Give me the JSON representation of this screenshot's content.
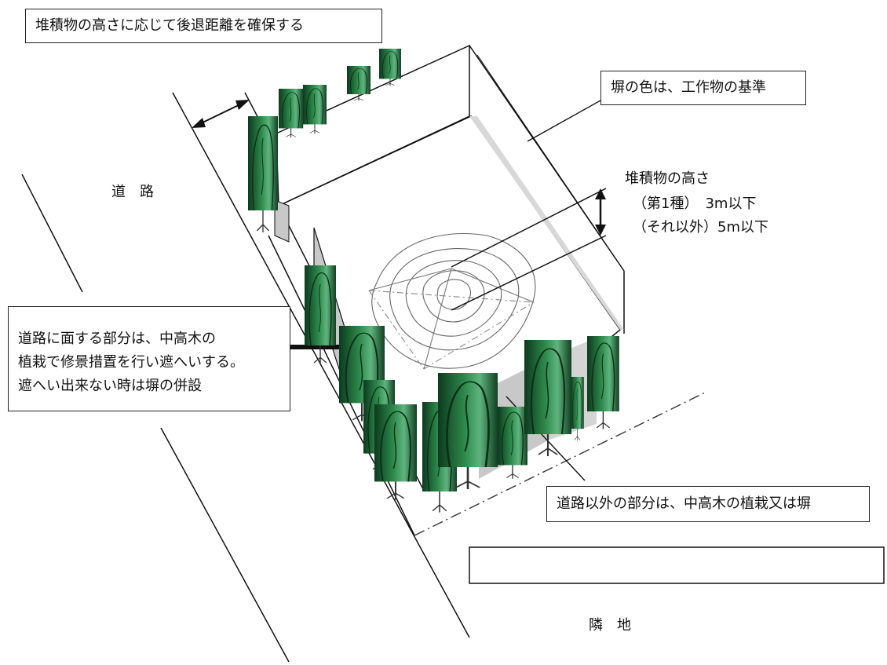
{
  "labels": {
    "setback": "堆積物の高さに応じて後退距離を確保する",
    "fence_color": "塀の色は、工作物の基準",
    "height_title": "堆積物の高さ",
    "height_type1": "（第1種）　3m以下",
    "height_other": "（それ以外）5m以下",
    "road_side_1": "道路に面する部分は、中高木の",
    "road_side_2": "植栽で修景措置を行い遮へいする。",
    "road_side_3": "遮へい出来ない時は塀の併設",
    "other_side": "道路以外の部分は、中高木の植栽又は塀",
    "road": "道　路",
    "neighbor": "隣　地"
  },
  "colors": {
    "tree_dark": "#0d3a1e",
    "tree_mid": "#2e8a4c",
    "tree_light": "#6cc08a",
    "wall_shadow": "#c8c8c8",
    "line": "#111111"
  }
}
